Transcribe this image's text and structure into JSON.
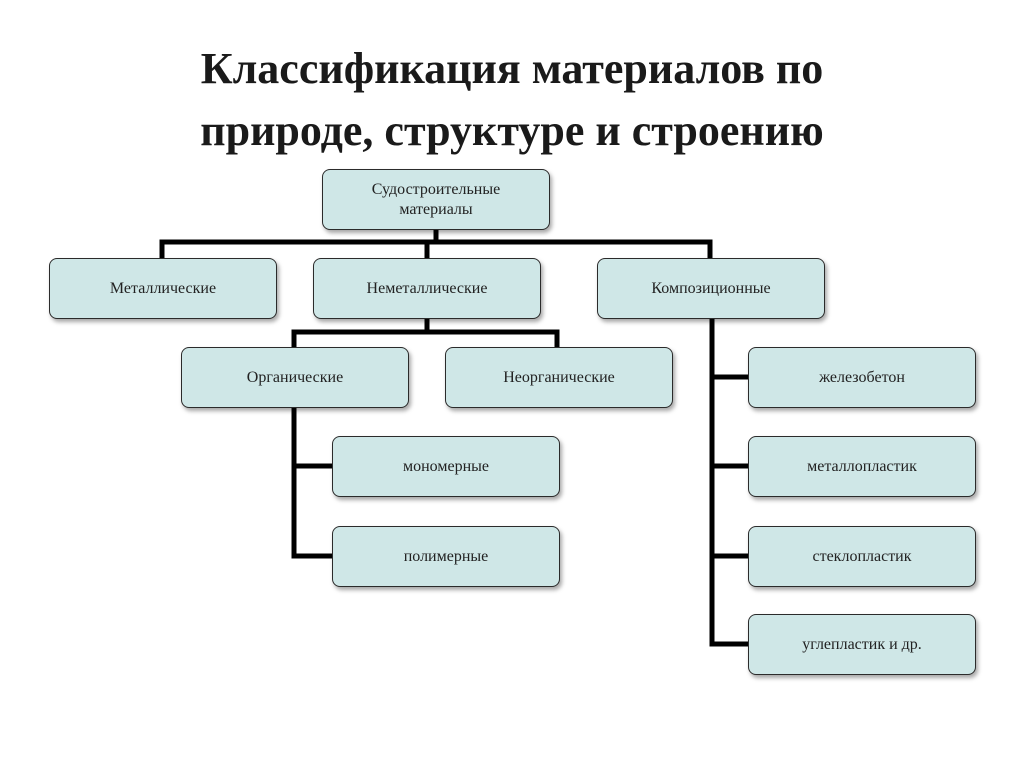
{
  "title": {
    "line1": "Классификация материалов по",
    "line2": "природе, структуре и строению"
  },
  "nodes": {
    "root": "Судостроительные материалы",
    "metallic": "Металлические",
    "nonmetallic": "Неметаллические",
    "composite": "Композиционные",
    "organic": "Органические",
    "inorganic": "Неорганические",
    "monomeric": "мономерные",
    "polymeric": "полимерные",
    "reinforced_concrete": "железобетон",
    "metal_plastic": "металлопластик",
    "fiberglass": "стеклопластик",
    "carbon_plastic": "углепластик и др."
  },
  "colors": {
    "box_fill": "#cfe7e7",
    "line": "#000000"
  }
}
